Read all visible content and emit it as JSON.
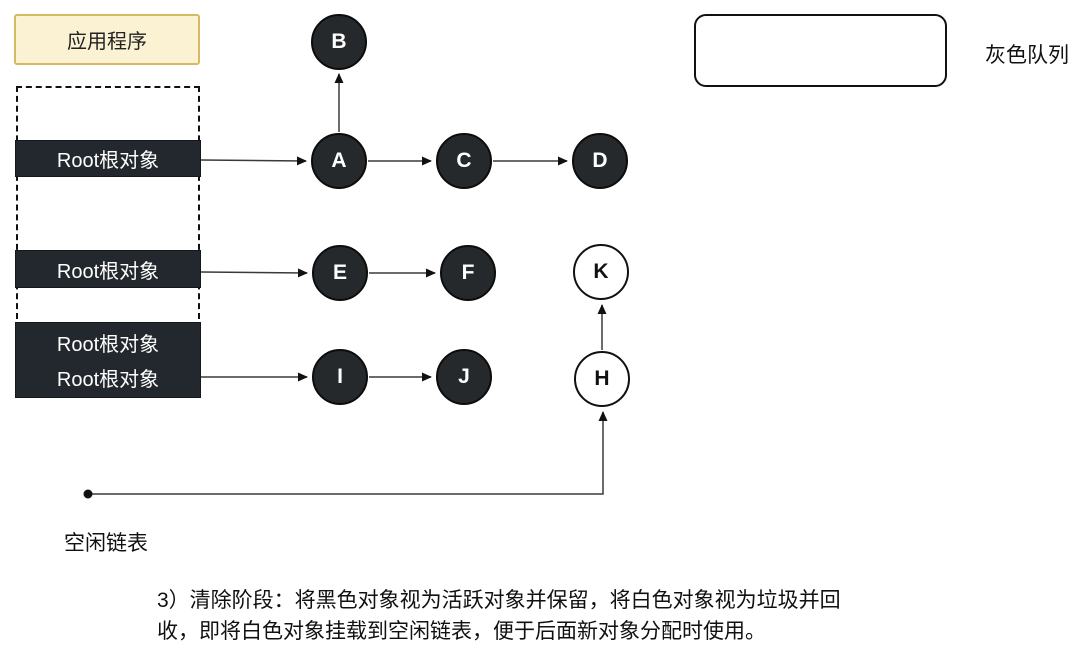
{
  "app_box": {
    "label": "应用程序"
  },
  "root_boxes": [
    {
      "lines": [
        "Root根对象"
      ]
    },
    {
      "lines": [
        "Root根对象"
      ]
    },
    {
      "lines": [
        "Root根对象",
        "Root根对象"
      ]
    }
  ],
  "nodes": [
    {
      "id": "B",
      "label": "B",
      "color": "black"
    },
    {
      "id": "A",
      "label": "A",
      "color": "black"
    },
    {
      "id": "C",
      "label": "C",
      "color": "black"
    },
    {
      "id": "D",
      "label": "D",
      "color": "black"
    },
    {
      "id": "E",
      "label": "E",
      "color": "black"
    },
    {
      "id": "F",
      "label": "F",
      "color": "black"
    },
    {
      "id": "K",
      "label": "K",
      "color": "white"
    },
    {
      "id": "I",
      "label": "I",
      "color": "black"
    },
    {
      "id": "J",
      "label": "J",
      "color": "black"
    },
    {
      "id": "H",
      "label": "H",
      "color": "white"
    }
  ],
  "edges": [
    "root1->A",
    "A->B",
    "A->C",
    "C->D",
    "root2->E",
    "E->F",
    "root3->I",
    "I->J",
    "H->K",
    "free-list->H"
  ],
  "labels": {
    "gray_queue": "灰色队列",
    "free_list": "空闲链表"
  },
  "caption": {
    "line1": "3）清除阶段：将黑色对象视为活跃对象并保留，将白色对象视为垃圾并回",
    "line2": "收，即将白色对象挂载到空闲链表，便于后面新对象分配时使用。"
  },
  "colors": {
    "app_box_fill": "#fbf2d3",
    "app_box_border": "#d6b961",
    "root_box_fill": "#23282e",
    "node_black_fill": "#26292c",
    "node_white_fill": "#ffffff",
    "line_color": "#3a3a3a"
  }
}
